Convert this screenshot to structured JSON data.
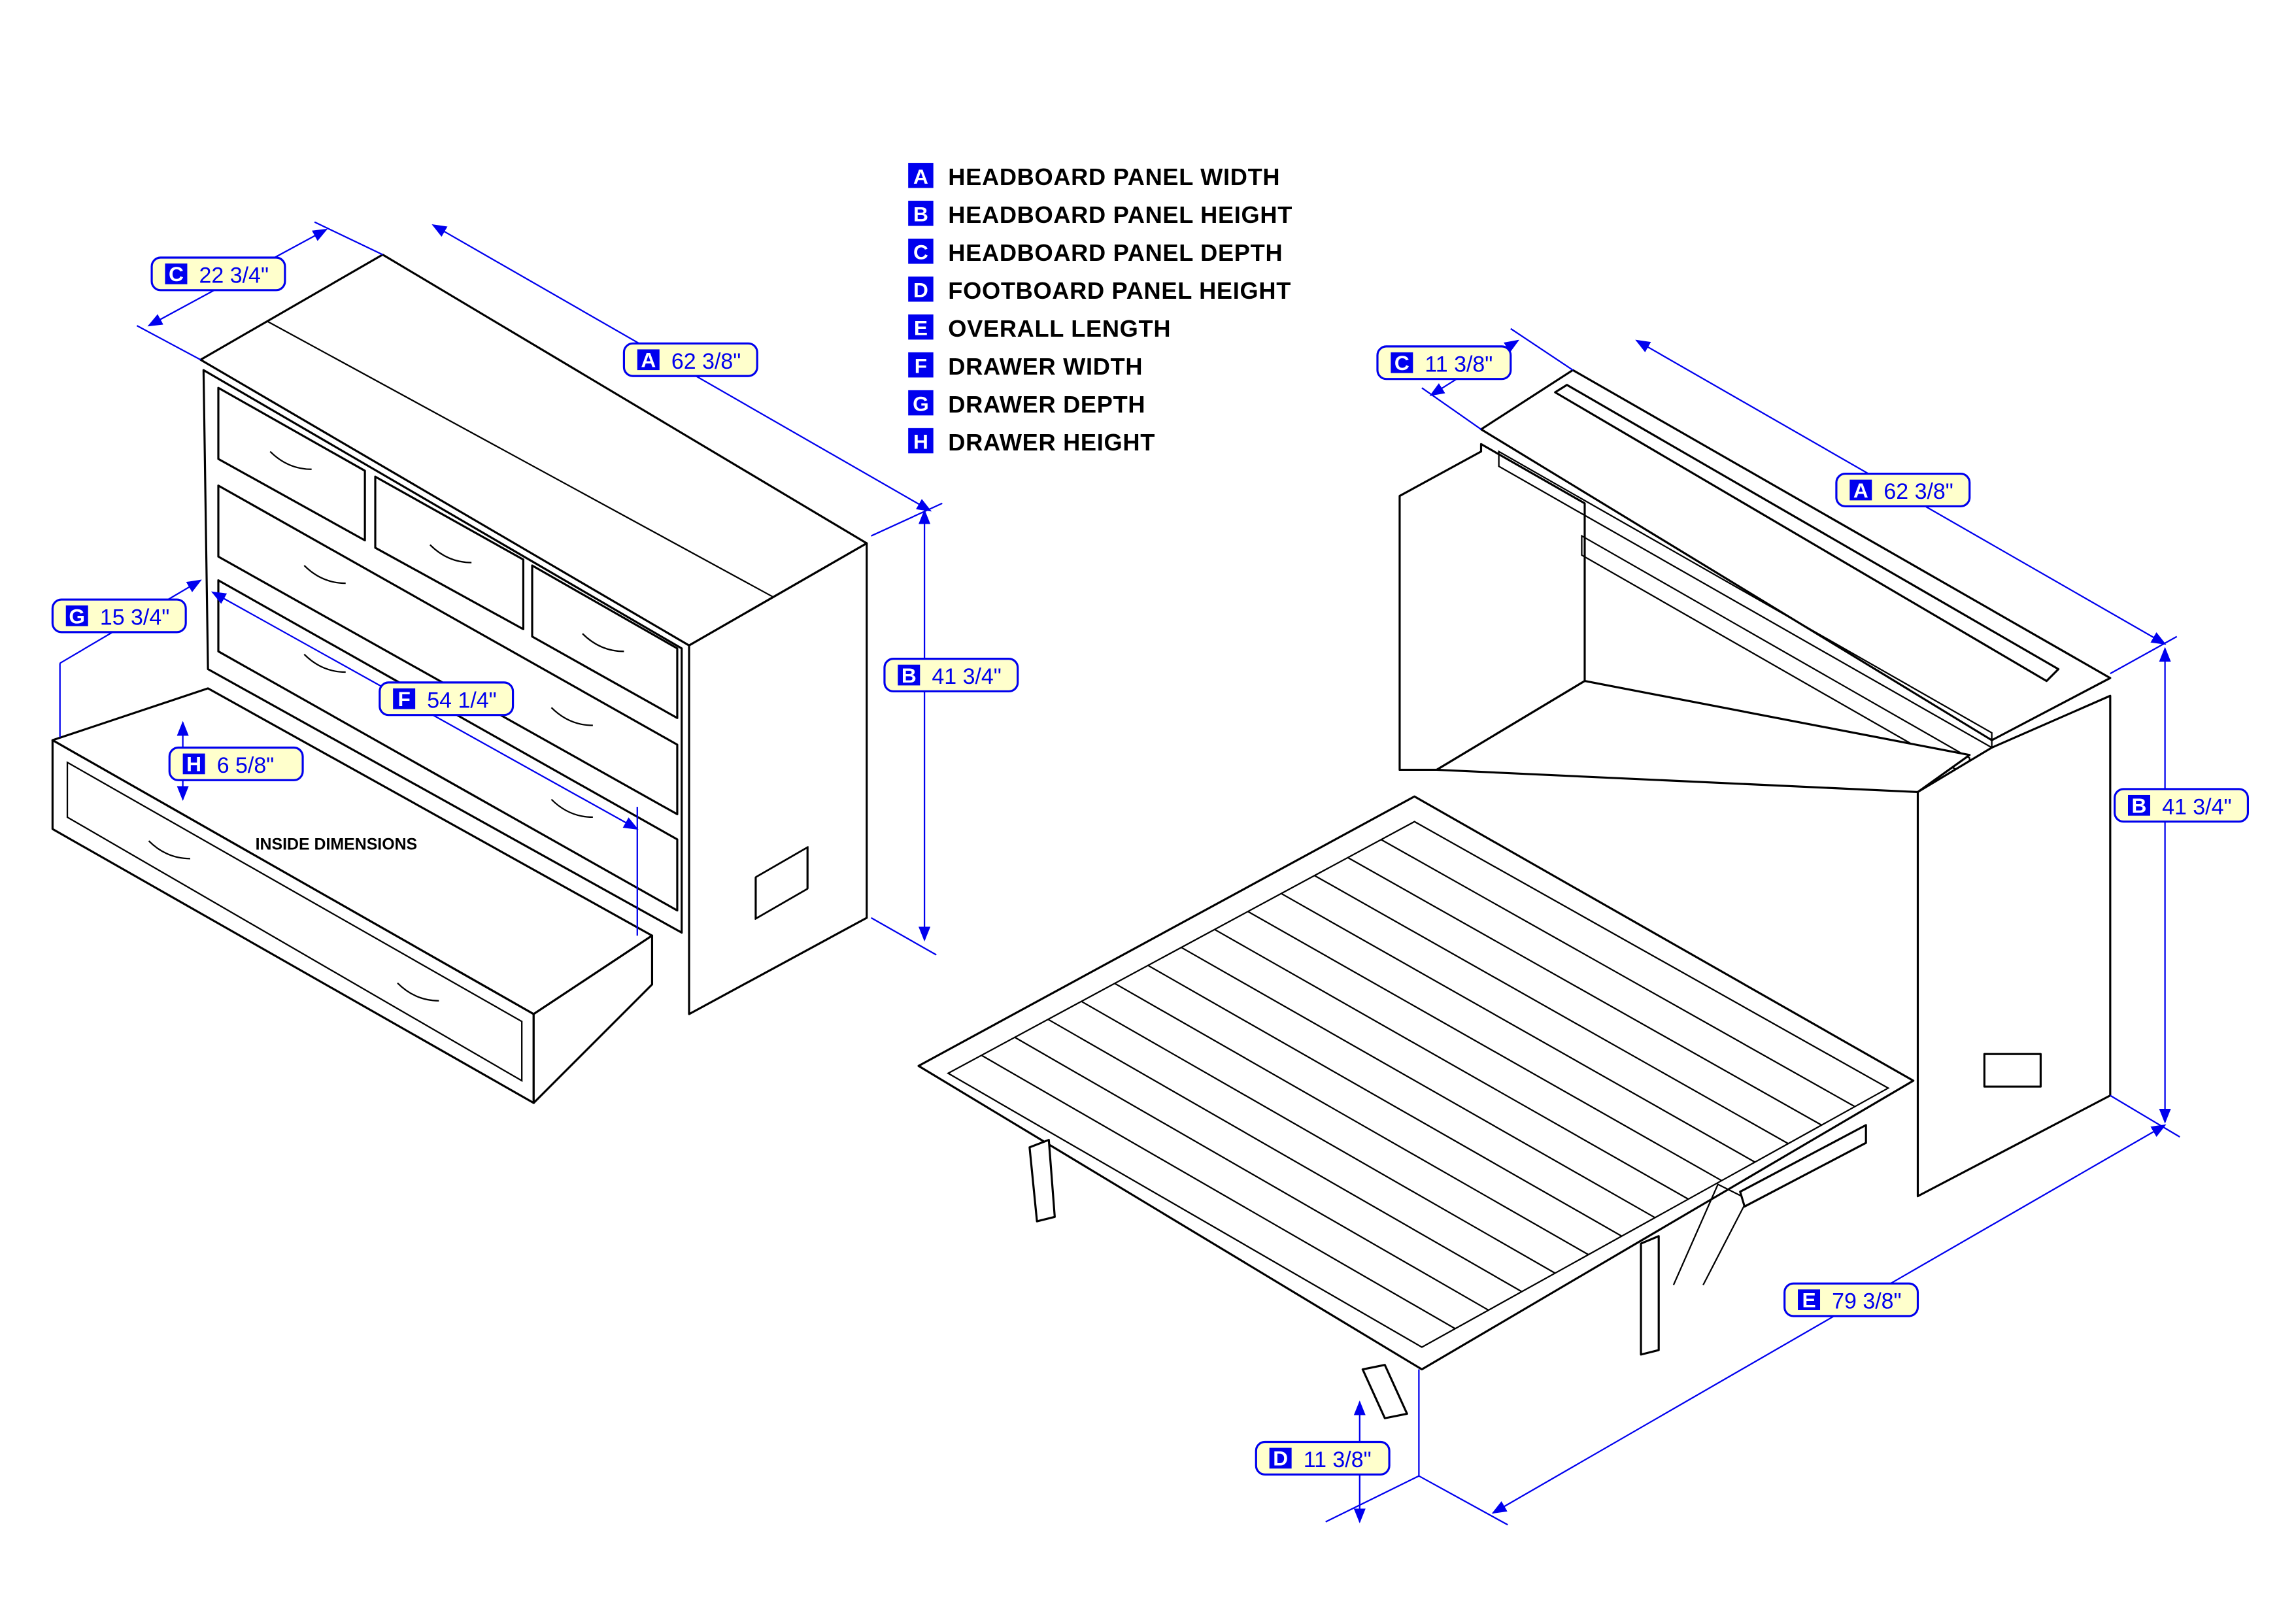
{
  "legend": [
    {
      "letter": "A",
      "label": "HEADBOARD PANEL WIDTH"
    },
    {
      "letter": "B",
      "label": "HEADBOARD PANEL HEIGHT"
    },
    {
      "letter": "C",
      "label": "HEADBOARD PANEL DEPTH"
    },
    {
      "letter": "D",
      "label": "FOOTBOARD PANEL HEIGHT"
    },
    {
      "letter": "E",
      "label": "OVERALL LENGTH"
    },
    {
      "letter": "F",
      "label": "DRAWER WIDTH"
    },
    {
      "letter": "G",
      "label": "DRAWER DEPTH"
    },
    {
      "letter": "H",
      "label": "DRAWER HEIGHT"
    }
  ],
  "closed_view": {
    "C": {
      "letter": "C",
      "value": "22 3/4\""
    },
    "A": {
      "letter": "A",
      "value": "62 3/8\""
    },
    "B": {
      "letter": "B",
      "value": "41 3/4\""
    },
    "G": {
      "letter": "G",
      "value": "15 3/4\""
    },
    "F": {
      "letter": "F",
      "value": "54 1/4\""
    },
    "H": {
      "letter": "H",
      "value": "6 5/8\""
    },
    "note": "INSIDE DIMENSIONS"
  },
  "open_view": {
    "C": {
      "letter": "C",
      "value": "11 3/8\""
    },
    "A": {
      "letter": "A",
      "value": "62 3/8\""
    },
    "B": {
      "letter": "B",
      "value": "41 3/4\""
    },
    "E": {
      "letter": "E",
      "value": "79 3/8\""
    },
    "D": {
      "letter": "D",
      "value": "11 3/8\""
    }
  },
  "colors": {
    "dimension": "#0000ee",
    "tag_fill": "#ffffcc"
  }
}
